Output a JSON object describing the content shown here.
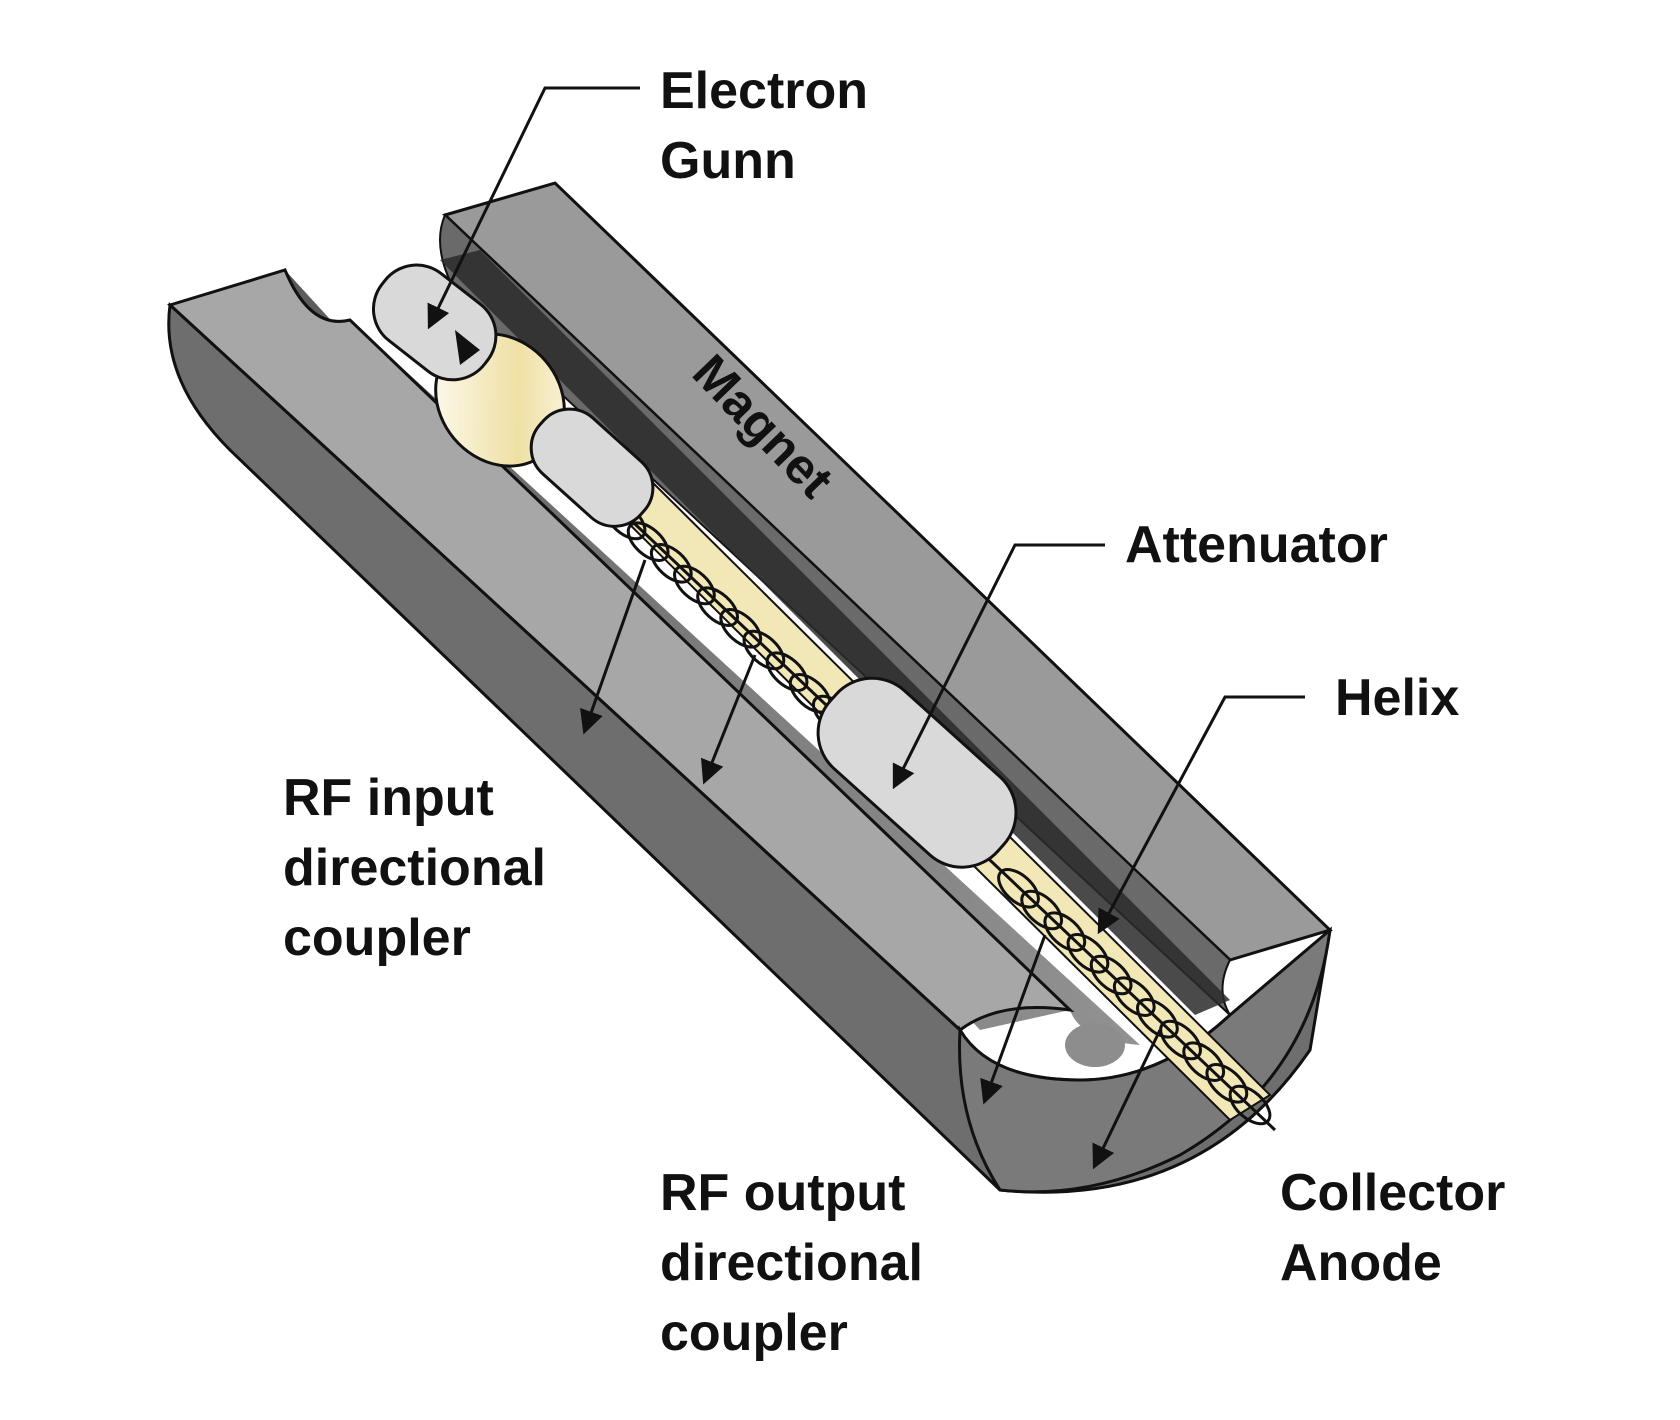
{
  "labels": {
    "electron_gun": [
      "Electron",
      "Gunn"
    ],
    "magnet": "Magnet",
    "attenuator": "Attenuator",
    "helix": "Helix",
    "rf_input": [
      "RF input",
      "directional",
      "coupler"
    ],
    "rf_output": [
      "RF output",
      "directional",
      "coupler"
    ],
    "collector": [
      "Collector",
      "Anode"
    ]
  },
  "colors": {
    "magnet_top": "#a3a3a3",
    "magnet_side": "#6f6f6f",
    "magnet_dark": "#575757",
    "groove": "#8a8a8a",
    "component_fill": "#d9d9d9",
    "helix_fill": "#f2e7b7",
    "outline": "#111111"
  }
}
